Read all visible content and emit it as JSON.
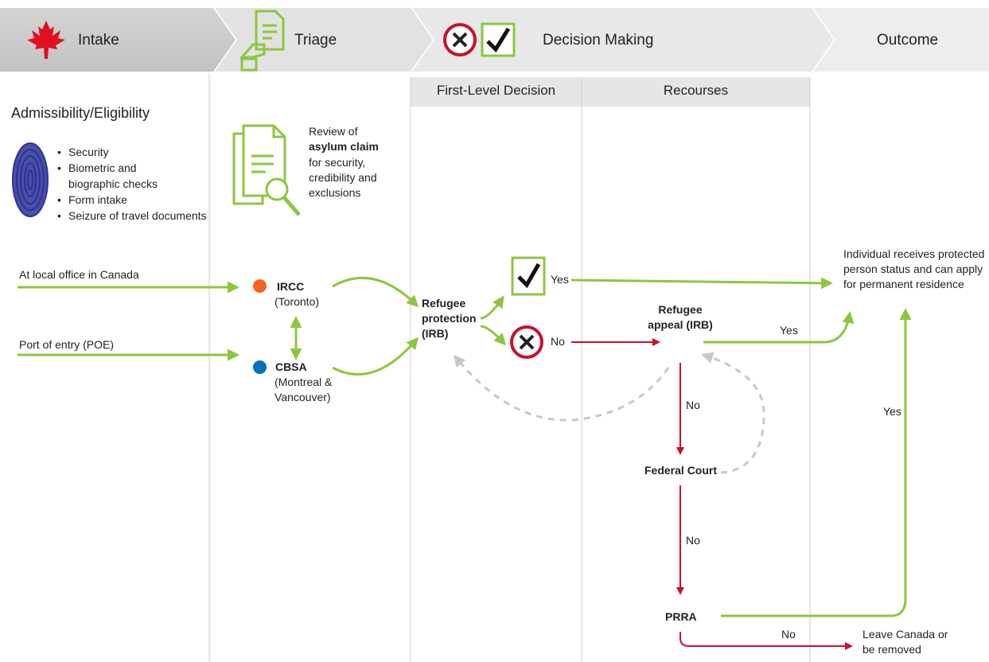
{
  "header": {
    "stages": [
      {
        "label": "Intake",
        "icon": "maple-leaf-icon"
      },
      {
        "label": "Triage",
        "icon": "document-hand-icon"
      },
      {
        "label": "Decision Making",
        "icon": "x-check-icon"
      },
      {
        "label": "Outcome"
      }
    ]
  },
  "subheaders": {
    "first_level": "First-Level Decision",
    "recourses": "Recourses"
  },
  "intake": {
    "title": "Admissibility/Eligibility",
    "checks": [
      "Security",
      "Biometric and biographic checks",
      "Form intake",
      "Seizure of travel documents"
    ],
    "entry_local": "At local office in Canada",
    "entry_poe": "Port of entry (POE)"
  },
  "triage": {
    "review_pre": "Review of",
    "review_bold": "asylum claim",
    "review_post": "for security, credibility and exclusions",
    "ircc_name": "IRCC",
    "ircc_loc": "(Toronto)",
    "cbsa_name": "CBSA",
    "cbsa_loc": "(Montreal & Vancouver)"
  },
  "decision": {
    "refugee_protection": "Refugee protection (IRB)",
    "yes": "Yes",
    "no": "No",
    "refugee_appeal": "Refugee appeal (IRB)",
    "appeal_yes": "Yes",
    "appeal_no": "No",
    "federal_court": "Federal Court",
    "court_no": "No",
    "prra": "PRRA",
    "prra_no": "No"
  },
  "outcome": {
    "protected": "Individual receives protected person status and can apply for permanent residence",
    "prra_yes": "Yes",
    "leave": "Leave Canada or be removed"
  },
  "colors": {
    "green": "#8dc63f",
    "red": "#c8102e",
    "gray_band": "#c8c8c8",
    "ircc_dot": "#f26522",
    "cbsa_dot": "#0072bc",
    "fingerprint": "#2e3192"
  }
}
